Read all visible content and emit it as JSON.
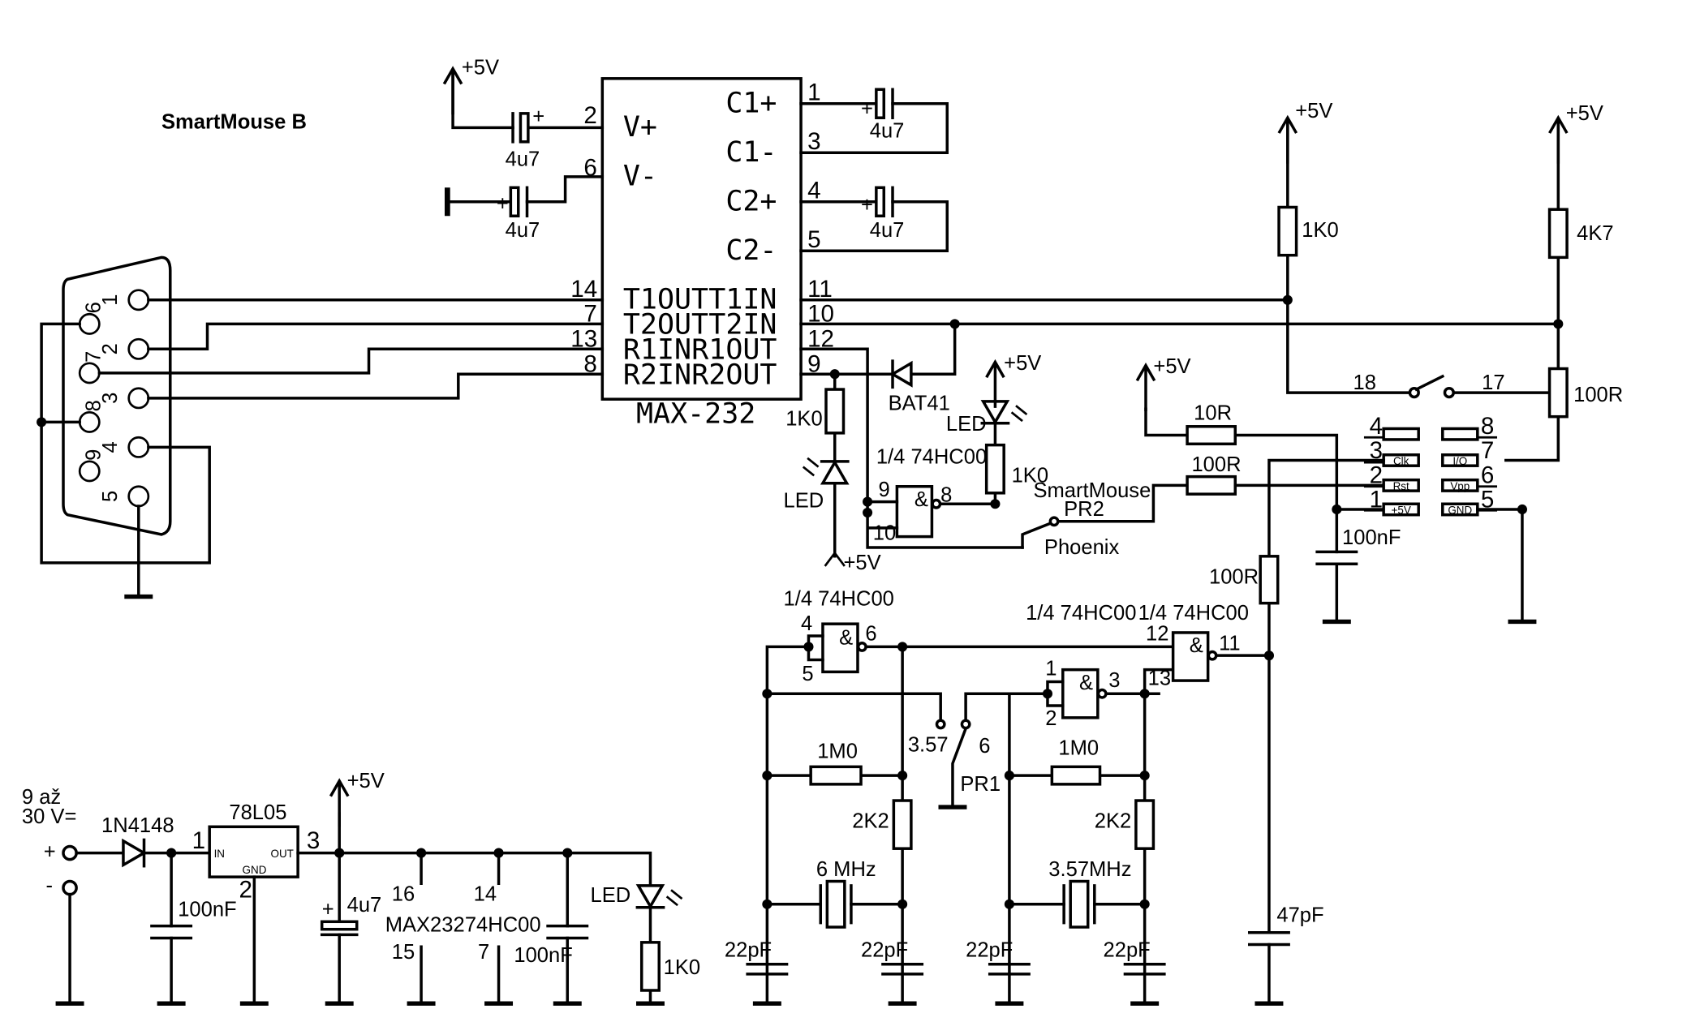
{
  "title": "SmartMouse B",
  "supply": "+5V",
  "input_voltage": [
    "9 až",
    "30 V="
  ],
  "input_plus": "+",
  "input_minus": "-",
  "max232": {
    "name": "MAX-232",
    "left_pins": [
      "V+",
      "V-",
      "T1OUT",
      "T2OUT",
      "R1IN",
      "R2IN"
    ],
    "right_pins": [
      "C1+",
      "C1-",
      "C2+",
      "C2-",
      "T1IN",
      "T2IN",
      "R1OUT",
      "R2OUT"
    ],
    "left_numbers": [
      "2",
      "6",
      "14",
      "7",
      "13",
      "8"
    ],
    "right_numbers": [
      "1",
      "3",
      "4",
      "5",
      "11",
      "10",
      "12",
      "9"
    ]
  },
  "db9_pins": [
    "1",
    "2",
    "3",
    "4",
    "5",
    "6",
    "7",
    "8",
    "9"
  ],
  "components": {
    "cap_4u7": "4u7",
    "r_1k0": "1K0",
    "r_4k7": "4K7",
    "r_100r": "100R",
    "r_10r": "10R",
    "r_1m0": "1M0",
    "r_2k2": "2K2",
    "c_100nf": "100nF",
    "c_22pf": "22pF",
    "c_47pf": "47pF",
    "diode_bat41": "BAT41",
    "diode_1n4148": "1N4148",
    "regulator": "78L05",
    "reg_in": "IN",
    "reg_out": "OUT",
    "reg_gnd": "GND",
    "led": "LED",
    "gate": "1/4 74HC00",
    "nand_symbol": "&",
    "xtal_6": "6 MHz",
    "xtal_357": "3.57MHz",
    "freq_357": "3.57",
    "pr1": "PR1",
    "pr2": "PR2",
    "smartmouse": "SmartMouse",
    "phoenix": "Phoenix",
    "ic_max232": "MAX232",
    "ic_74hc00": "74HC00"
  },
  "gate_pins": {
    "g1": [
      "9",
      "10",
      "8"
    ],
    "g2": [
      "4",
      "5",
      "6"
    ],
    "g3": [
      "1",
      "2",
      "3"
    ],
    "g4": [
      "12",
      "13",
      "11"
    ]
  },
  "switch_pins": {
    "sw": [
      "18",
      "17"
    ],
    "pr1_pin": "6"
  },
  "card_pins": {
    "numbers_left": [
      "4",
      "3",
      "2",
      "1"
    ],
    "labels_left": [
      "",
      "Clk",
      "Rst",
      "+5V"
    ],
    "numbers_right": [
      "8",
      "7",
      "6",
      "5"
    ],
    "labels_right": [
      "",
      "I/O",
      "Vpp",
      "GND"
    ]
  },
  "reg_pins": [
    "1",
    "2",
    "3"
  ],
  "supply_pins": {
    "max232": [
      "16",
      "15"
    ],
    "hc00": [
      "14",
      "7"
    ]
  }
}
